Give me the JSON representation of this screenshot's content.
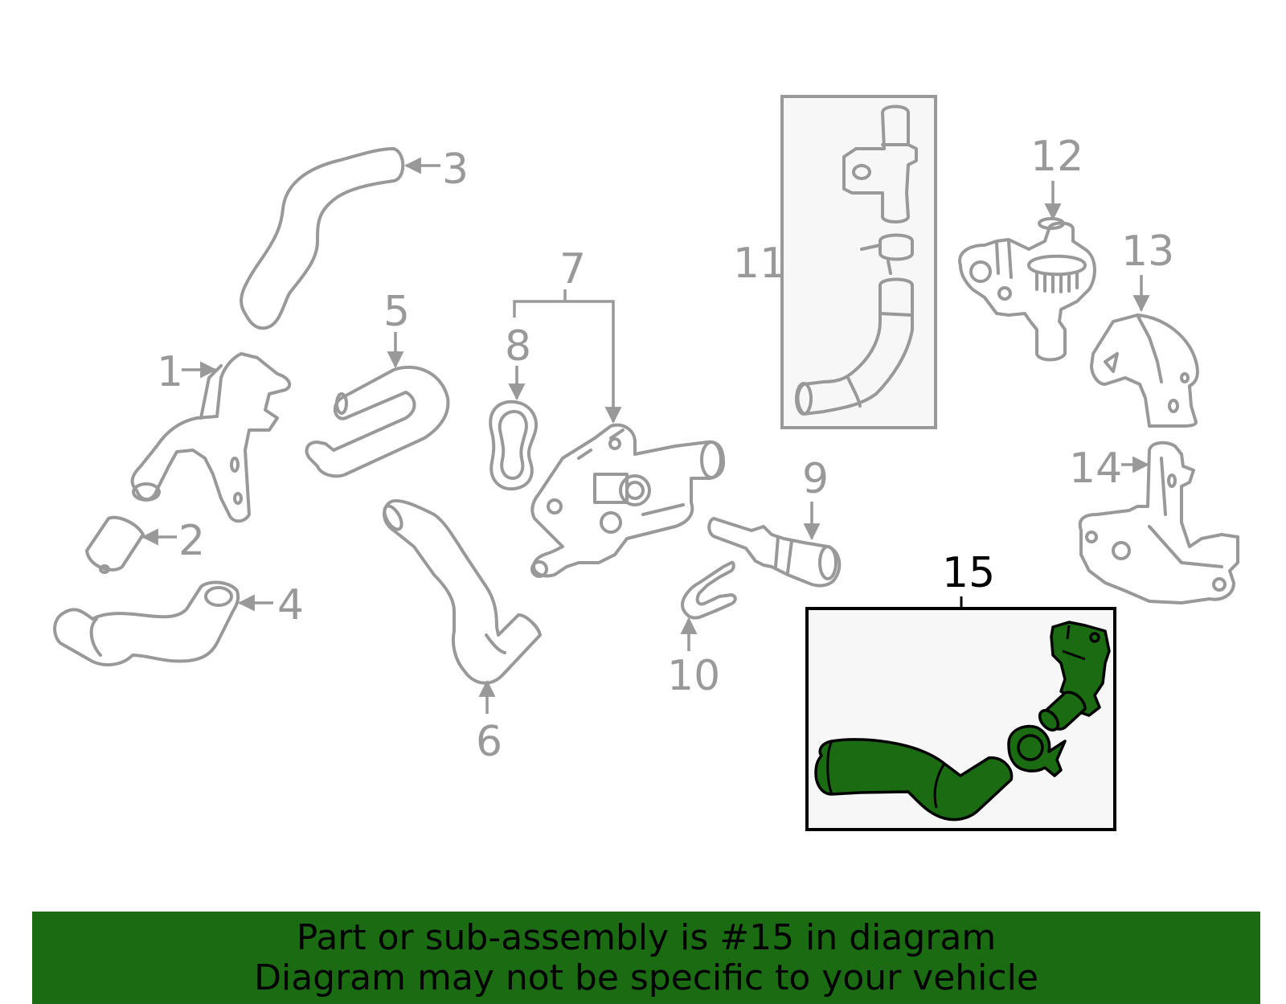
{
  "callouts": {
    "c1": "1",
    "c2": "2",
    "c3": "3",
    "c4": "4",
    "c5": "5",
    "c6": "6",
    "c7": "7",
    "c8": "8",
    "c9": "9",
    "c10": "10",
    "c11": "11",
    "c12": "12",
    "c13": "13",
    "c14": "14",
    "c15": "15"
  },
  "banner": {
    "line1": "Part or sub-assembly is #15 in diagram",
    "line2": "Diagram may not be specific to your vehicle"
  },
  "colors": {
    "highlight": "#1a6b12",
    "outline": "#999999",
    "banner_bg": "#1a6b12"
  }
}
